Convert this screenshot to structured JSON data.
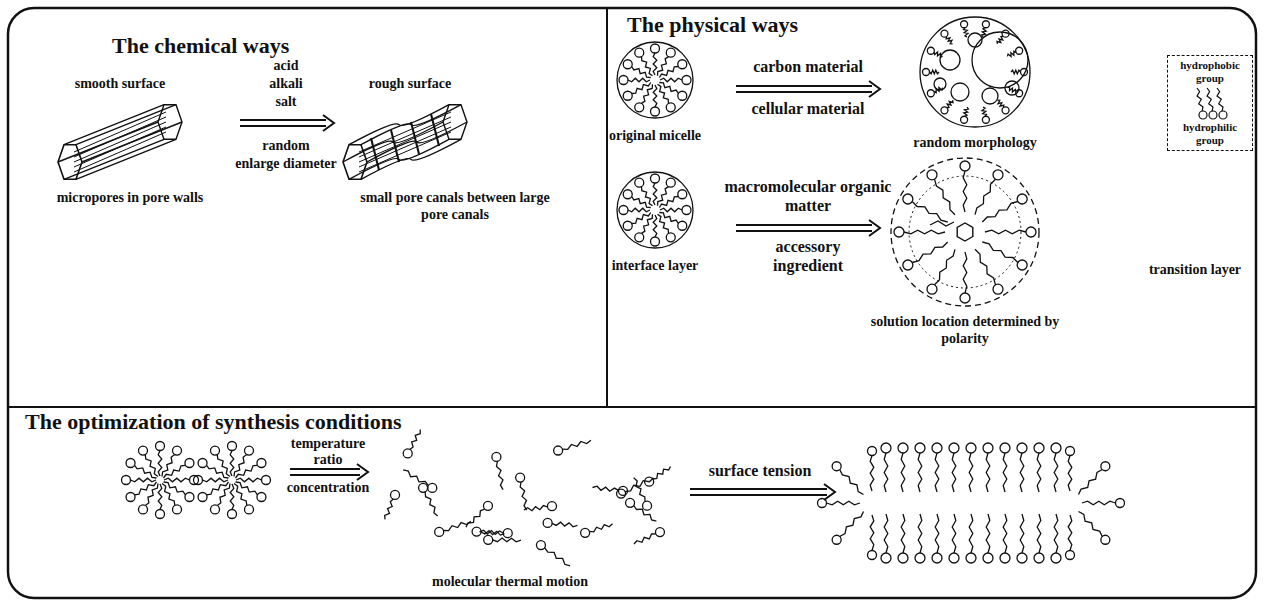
{
  "diagram": {
    "nodes": [
      {
        "text": [
          "The chemical ways"
        ]
      },
      {
        "text": [
          "The physical ways"
        ]
      },
      {
        "text": [
          "The optimization of synthesis conditions"
        ]
      },
      {
        "text": [
          "hydrophobic group",
          "hydrophilic group"
        ],
        "in": 1
      }
    ],
    "labels": [
      "smooth surface",
      "acid",
      "alkali",
      "salt",
      "rough surface",
      "random",
      "enlarge diameter",
      "micropores in pore walls",
      "small pore canals between large pore canals",
      "carbon material",
      "cellular material",
      "original micelle",
      "random morphology",
      "macromolecular organic matter",
      "accessory ingredient",
      "interface layer",
      "solution location determined by polarity",
      "transition layer",
      "temperature",
      "ratio",
      "concentration",
      "molecular thermal motion",
      "surface tension"
    ]
  }
}
